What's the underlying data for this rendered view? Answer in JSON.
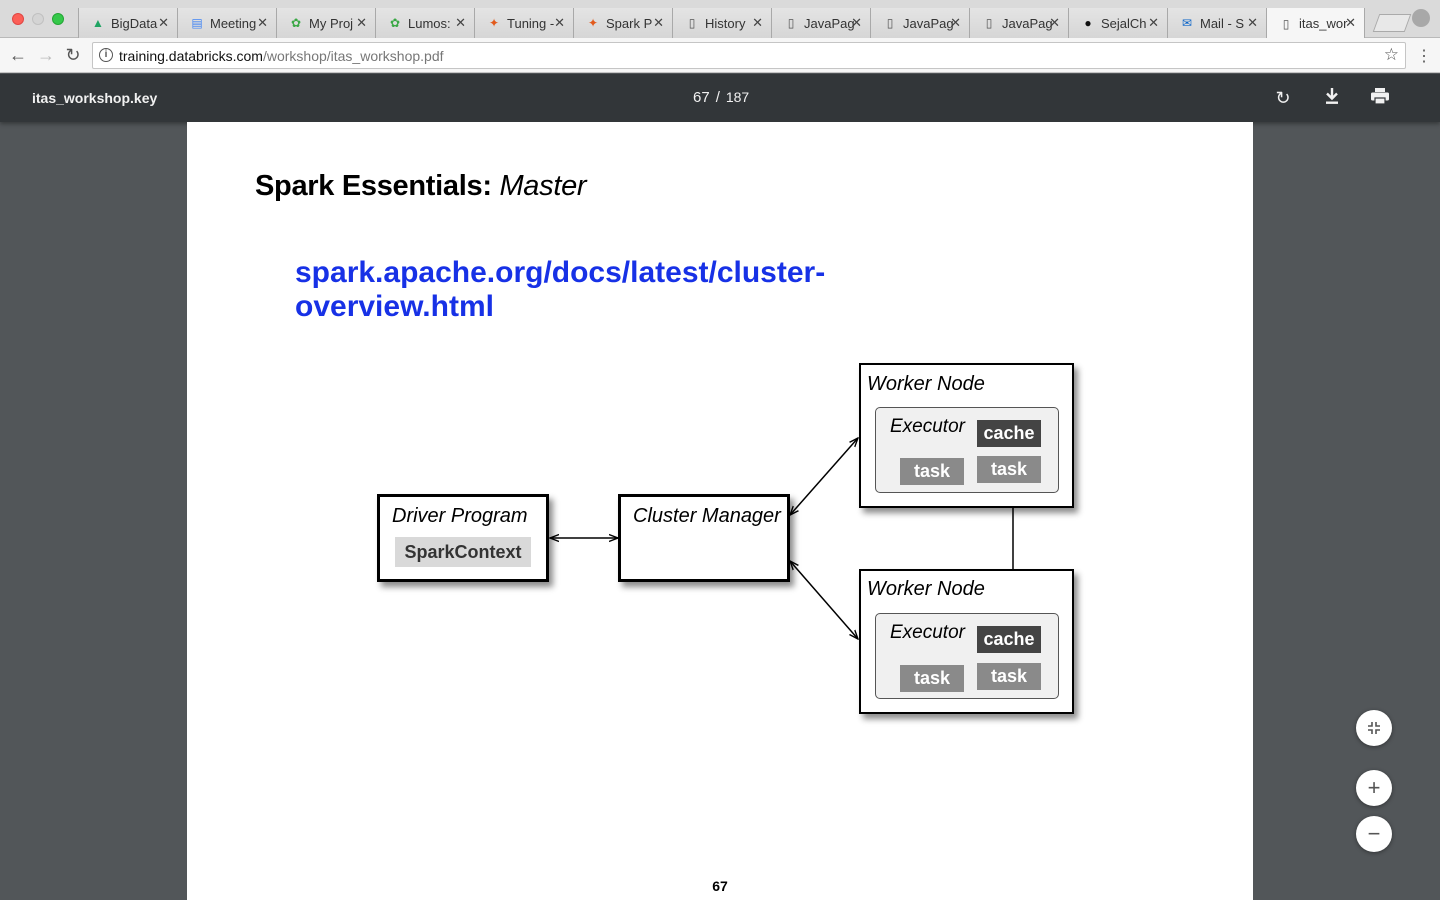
{
  "browser": {
    "tabs": [
      {
        "label": "BigData",
        "icon": "google-drive-icon",
        "icon_color": "#1fa463"
      },
      {
        "label": "Meeting",
        "icon": "google-docs-icon",
        "icon_color": "#4285f4"
      },
      {
        "label": "My Proj",
        "icon": "leaf-icon",
        "icon_color": "#3aa845"
      },
      {
        "label": "Lumos:",
        "icon": "leaf-icon",
        "icon_color": "#3aa845"
      },
      {
        "label": "Tuning -",
        "icon": "spark-star-icon",
        "icon_color": "#e25a1c"
      },
      {
        "label": "Spark P",
        "icon": "spark-star-icon",
        "icon_color": "#e25a1c"
      },
      {
        "label": "History",
        "icon": "page-icon",
        "icon_color": "#555555"
      },
      {
        "label": "JavaPag",
        "icon": "page-icon",
        "icon_color": "#555555"
      },
      {
        "label": "JavaPag",
        "icon": "page-icon",
        "icon_color": "#555555"
      },
      {
        "label": "JavaPag",
        "icon": "page-icon",
        "icon_color": "#555555"
      },
      {
        "label": "SejalCh",
        "icon": "github-icon",
        "icon_color": "#111111"
      },
      {
        "label": "Mail - S",
        "icon": "mail-icon",
        "icon_color": "#0a64c8"
      },
      {
        "label": "itas_wor",
        "icon": "page-icon",
        "icon_color": "#555555",
        "active": true
      }
    ],
    "url_host": "training.databricks.com",
    "url_path": "/workshop/itas_workshop.pdf"
  },
  "pdf": {
    "title": "itas_workshop.key",
    "current_page": "67",
    "separator": "/",
    "total_pages": "187"
  },
  "slide": {
    "title_bold": "Spark Essentials:",
    "title_italic": "Master",
    "link_line1": "spark.apache.org/docs/latest/cluster-",
    "link_line2": "overview.html",
    "page_number": "67",
    "link_color": "#1731e6"
  },
  "diagram": {
    "driver": {
      "title": "Driver Program",
      "context": "SparkContext"
    },
    "cluster_manager": {
      "title": "Cluster Manager"
    },
    "workers": [
      {
        "title": "Worker Node",
        "executor": "Executor",
        "cache": "cache",
        "tasks": [
          "task",
          "task"
        ]
      },
      {
        "title": "Worker Node",
        "executor": "Executor",
        "cache": "cache",
        "tasks": [
          "task",
          "task"
        ]
      }
    ]
  }
}
